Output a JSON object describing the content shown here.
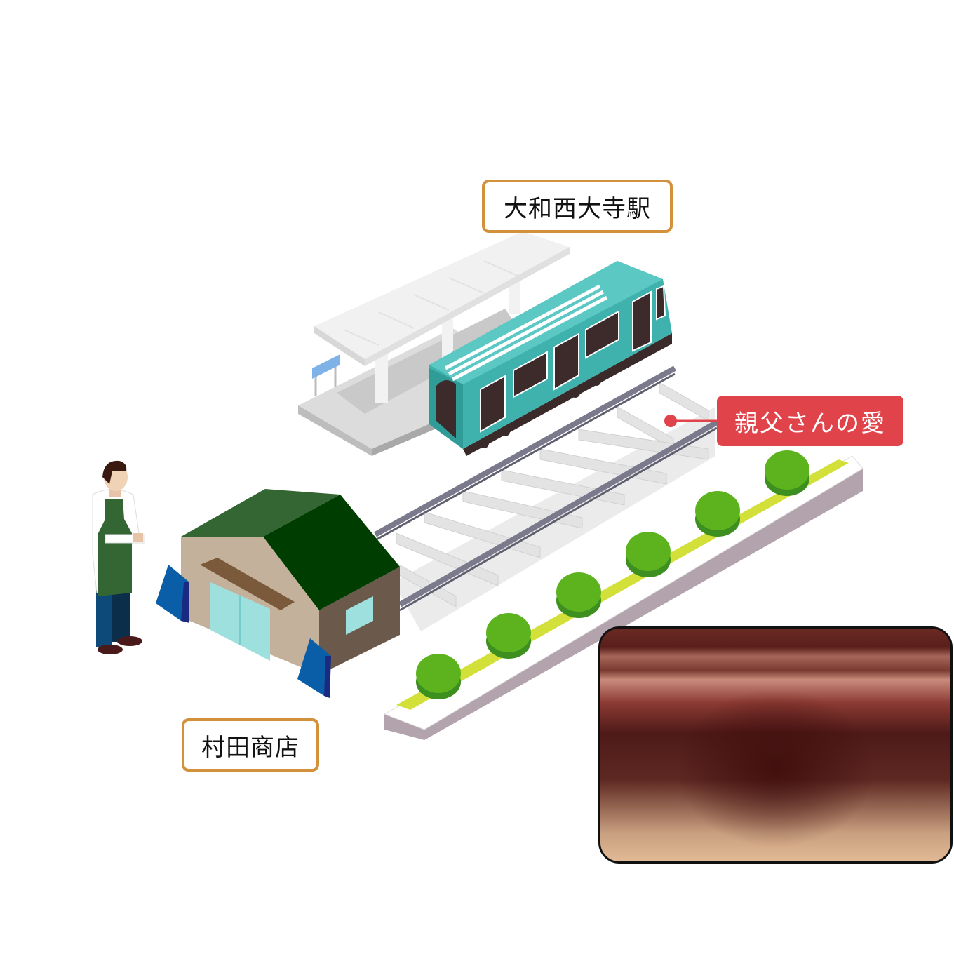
{
  "labels": {
    "station": "大和西大寺駅",
    "shop": "村田商店",
    "callout": "親父さんの愛"
  },
  "colors": {
    "label_border": "#d4913b",
    "callout": "#e0434a",
    "train": "#3fb2ae",
    "roof": "#2f6b3a",
    "bush": "#5cb31e",
    "planter_stripe": "#d4e03a"
  },
  "photo": {
    "description_text": ""
  }
}
